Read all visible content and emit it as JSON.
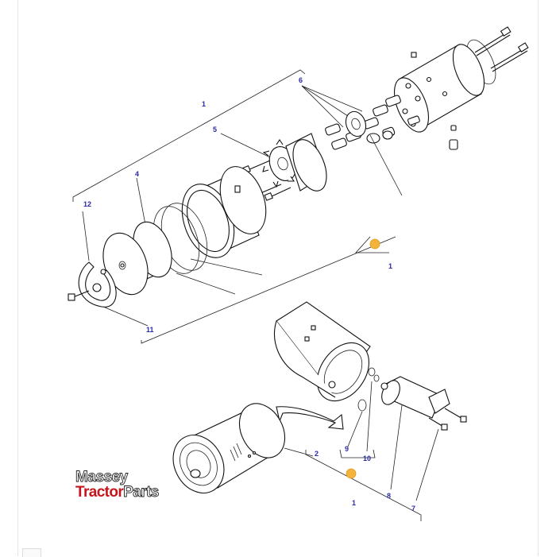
{
  "diagram": {
    "callouts": [
      {
        "id": "c1a",
        "label": "1"
      },
      {
        "id": "c6",
        "label": "6"
      },
      {
        "id": "c5",
        "label": "5"
      },
      {
        "id": "c4",
        "label": "4"
      },
      {
        "id": "c12",
        "label": "12"
      },
      {
        "id": "c11",
        "label": "11"
      },
      {
        "id": "c1b",
        "label": "1"
      },
      {
        "id": "c9",
        "label": "9"
      },
      {
        "id": "c10",
        "label": "10"
      },
      {
        "id": "c2",
        "label": "2"
      },
      {
        "id": "c8",
        "label": "8"
      },
      {
        "id": "c7",
        "label": "7"
      },
      {
        "id": "c1c",
        "label": "1"
      }
    ]
  },
  "watermark": {
    "line1": "Massey",
    "line2_brand": "Tractor",
    "line2_rest": "Parts",
    "brand_color": "#c4161c"
  },
  "colors": {
    "callout_text": "#2a2aa8",
    "marker": "#f2b43c"
  }
}
